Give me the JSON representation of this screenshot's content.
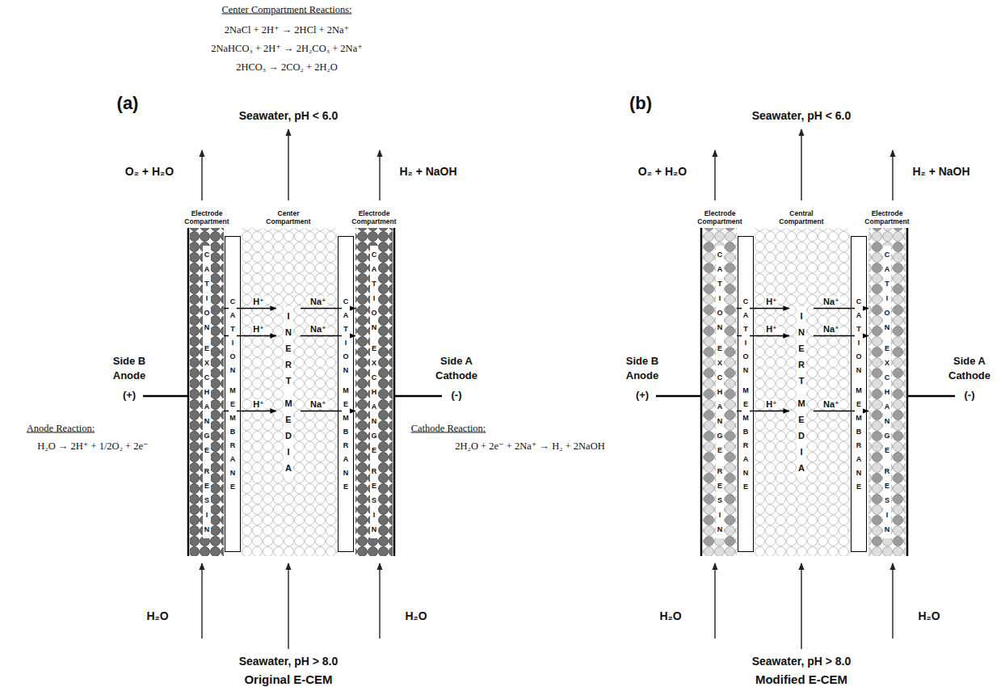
{
  "diagram": {
    "nodes": [
      {
        "text": [
          "Electrode Compartment",
          "CATION EXCHANGE RESIN"
        ]
      },
      {
        "text": [
          "CATION MEMBRANE"
        ]
      },
      {
        "text": [
          "Center Compartment",
          "INERT MEDIA"
        ]
      },
      {
        "text": [
          "CATION MEMBRANE"
        ]
      },
      {
        "text": [
          "Electrode Compartment",
          "CATION EXCHANGE RESIN"
        ]
      },
      {
        "text": [
          "Electrode Compartment",
          "CATION EXCHANGE RESIN"
        ]
      },
      {
        "text": [
          "CATION MEMBRANE"
        ]
      },
      {
        "text": [
          "Central Compartment",
          "INERT MEDIA"
        ]
      },
      {
        "text": [
          "CATION MEMBRANE"
        ]
      },
      {
        "text": [
          "Electrode Compartment",
          "CATION EXCHANGE RESIN"
        ]
      }
    ],
    "edges": [
      {
        "from": 0,
        "to": 2,
        "arrow": "to",
        "label": "H⁺"
      },
      {
        "from": 0,
        "to": 2,
        "arrow": "to",
        "label": "H⁺"
      },
      {
        "from": 0,
        "to": 2,
        "arrow": "to",
        "label": "H⁺"
      },
      {
        "from": 2,
        "to": 4,
        "arrow": "to",
        "label": "Na⁺"
      },
      {
        "from": 2,
        "to": 4,
        "arrow": "to",
        "label": "Na⁺"
      },
      {
        "from": 2,
        "to": 4,
        "arrow": "to",
        "label": "Na⁺"
      },
      {
        "from": 5,
        "to": 7,
        "arrow": "to",
        "label": "H⁺"
      },
      {
        "from": 5,
        "to": 7,
        "arrow": "to",
        "label": "H⁺"
      },
      {
        "from": 5,
        "to": 7,
        "arrow": "to",
        "label": "H⁺"
      },
      {
        "from": 7,
        "to": 9,
        "arrow": "to",
        "label": "Na⁺"
      },
      {
        "from": 7,
        "to": 9,
        "arrow": "to",
        "label": "Na⁺"
      },
      {
        "from": 7,
        "to": 9,
        "arrow": "to",
        "label": "Na⁺"
      }
    ],
    "labels": [
      "Center Compartment Reactions:",
      "2NaCl + 2H⁺ → 2HCl + 2Na⁺",
      "2NaHCO₃ + 2H⁺ → 2H₂CO₃ + 2Na⁺",
      "2HCO₃ → 2CO₂ + 2H₂O",
      "(a)",
      "Seawater, pH < 6.0",
      "O₂ + H₂O",
      "H₂ + NaOH",
      "Side B",
      "Anode",
      "(+)",
      "Anode Reaction:",
      "H₂O → 2H⁺ + 1/2O₂ + 2e⁻",
      "Side A",
      "Cathode",
      "(-)",
      "Cathode Reaction:",
      "2H₂O + 2e⁻ + 2Na⁺ → H₂ + 2NaOH",
      "H₂O",
      "H₂O",
      "Seawater, pH > 8.0",
      "Original E-CEM",
      "(b)",
      "Seawater, pH < 6.0",
      "O₂ + H₂O",
      "H₂ + NaOH",
      "Side B",
      "Anode",
      "(+)",
      "Side A",
      "Cathode",
      "(-)",
      "H₂O",
      "H₂O",
      "Seawater, pH > 8.0",
      "Modified E-CEM"
    ]
  }
}
